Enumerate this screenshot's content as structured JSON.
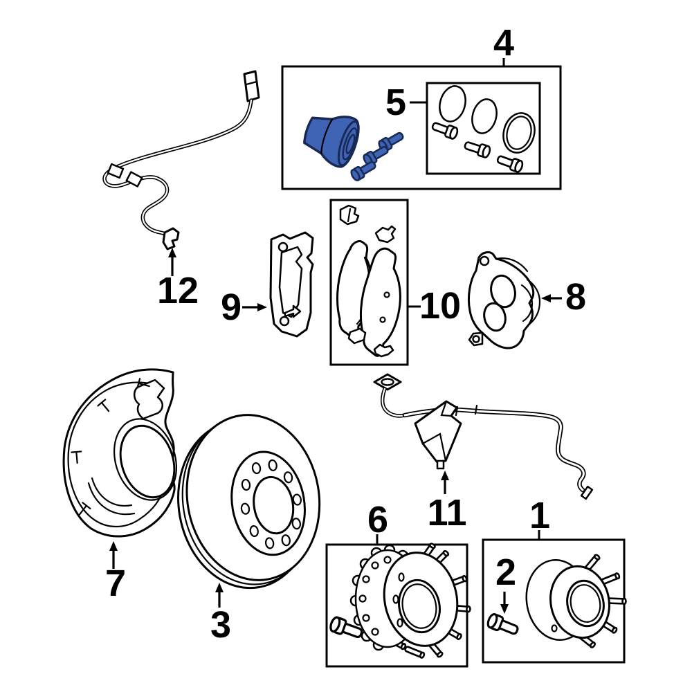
{
  "diagram": {
    "background_color": "#ffffff",
    "line_color": "#000000",
    "highlight_fill": "#3f63b5",
    "highlight_stroke": "#182a54",
    "callouts": {
      "n1": "1",
      "n2": "2",
      "n3": "3",
      "n4": "4",
      "n5": "5",
      "n6": "6",
      "n7": "7",
      "n8": "8",
      "n9": "9",
      "n10": "10",
      "n11": "11",
      "n12": "12"
    }
  }
}
